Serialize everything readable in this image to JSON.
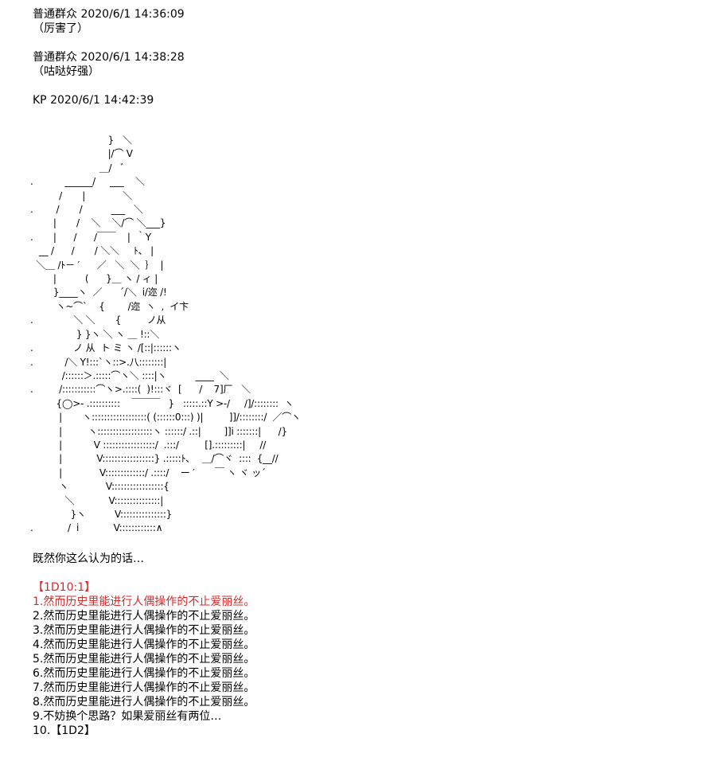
{
  "chat": {
    "msg1_header": "普通群众 2020/6/1 14:36:09",
    "msg1_body": "（厉害了）",
    "msg2_header": "普通群众 2020/6/1 14:38:28",
    "msg2_body": "（咕哒好强）",
    "msg3_header": "KP 2020/6/1 14:42:39",
    "caption": "既然你这么认为的话…"
  },
  "dice": {
    "header": "【1D10:1】",
    "options": [
      "1.然而历史里能进行人偶操作的不止爱丽丝。",
      "2.然而历史里能进行人偶操作的不止爱丽丝。",
      "3.然而历史里能进行人偶操作的不止爱丽丝。",
      "4.然而历史里能进行人偶操作的不止爱丽丝。",
      "5.然而历史里能进行人偶操作的不止爱丽丝。",
      "6.然而历史里能进行人偶操作的不止爱丽丝。",
      "7.然而历史里能进行人偶操作的不止爱丽丝。",
      "8.然而历史里能进行人偶操作的不止爱丽丝。",
      "9.不妨换个思路？如果爱丽丝有两位…",
      "10.【1D2】"
    ],
    "highlight_color": "#d42a2a"
  },
  "ascii_art": "                           }   ＼\n                           |/⌒ V\n                        ＿/   ﾞ          \n.           ______/     ___    ＼\n          /       |             ＼\n.        /       /          ___   ＼\n        |       /    ＼    ＼/⌒ ＼___}\n.       |      /      /￣￣    |  ｀Y\n   __ /      /       / ＼＼     ﾄ、 |\n  ＼＿ /ﾄ－ ′      ／   ＼  ＼  ｝  |\n        |          (      }＿ ヽ / ィ |\n        }____ヽ  ／      ´/＼  i/迩 /!\n         ヽ~⌒`    {        /迩  ヽ  ,  イ卞\n.              ＼ ＼       {         ノ从\n                } }ヽ ＼ ヽ ＿ !::＼\n.              ノ 从  ト ミ ヽ /[::|::::::ヽ\n.           /＼ Y!:::`ヽ::>.八::::::::|\n           /::::::＞.:::::⌒ヽ＼ ::::|ヽ          ____  ＼\n.         /:::::::::::⌒ヽ>.::::(  )!:::ヾ  [      /    7]厂   ＼\n         {◯>- .::::::::::    ￣￣￣   }   :::::.::Y >-/     /]/::::::::  ヽ\n          |       ヽ::::::::::::::::::( (::::::0:::) )|         ]]/::::::::/  ／⌒ヽ\n          |         ヽ::::::::::::::::::ヽ ::::::/ .::|        ]]i :::::::|      /}\n          |           V :::::::::::::::::/  .:::/         [].:::::::::|     //\n          |            V:::::::::::::::::} .:::::ﾄ､    ＿/⌒ヾ  ::::  {__//\n          |             V:::::::::::::/ .::::/    ー ′       ￣ ヽ ヾ ッ´\n          ヽ             V:::::::::::::::::{\n            ＼            V:::::::::::::::|\n              }ヽ          V:::::::::::::::}\n.            /  i            V::::::::::::∧"
}
